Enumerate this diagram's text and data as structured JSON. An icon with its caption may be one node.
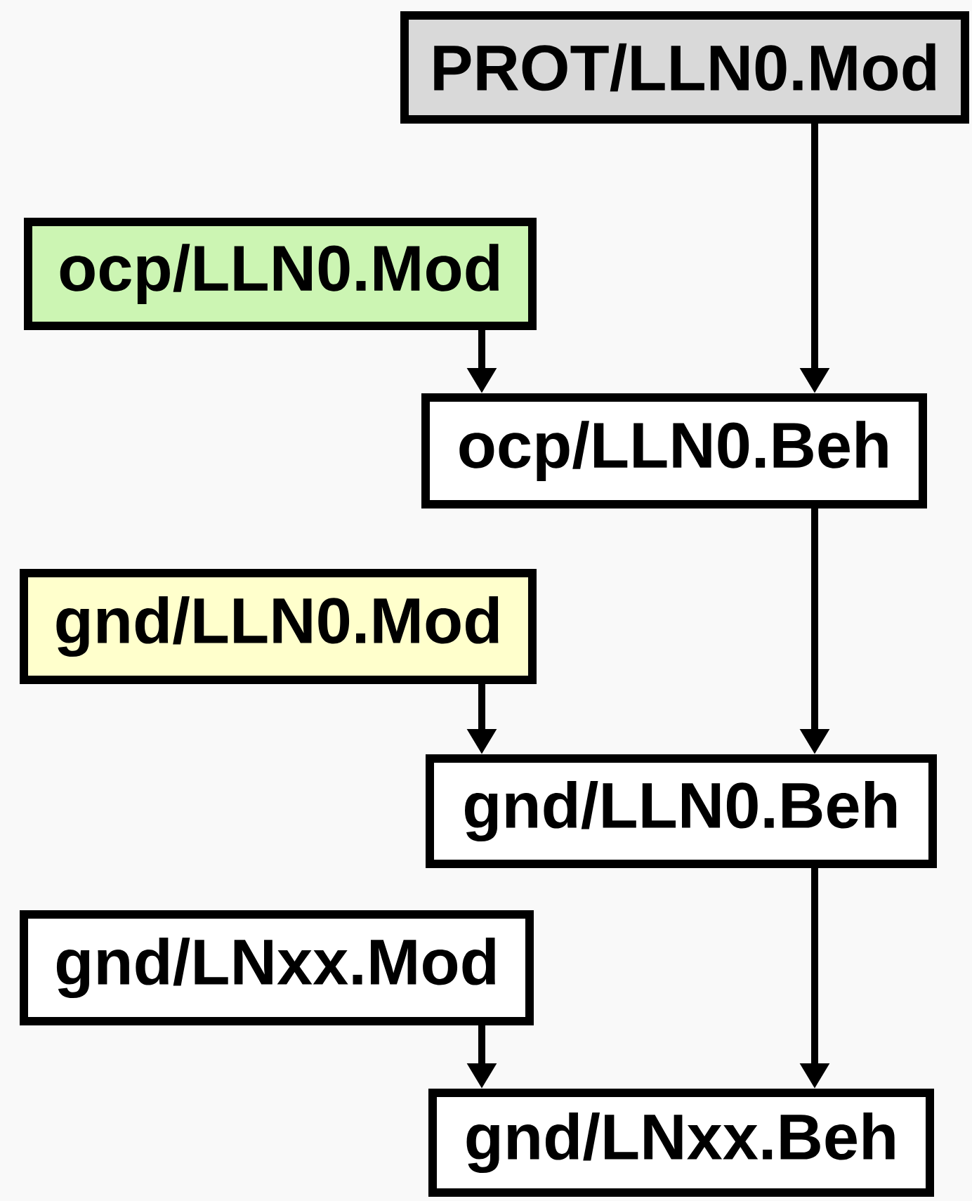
{
  "diagram": {
    "nodes": [
      {
        "text": [
          "PROT/LLN0.Mod"
        ]
      },
      {
        "text": [
          "ocp/LLN0.Mod"
        ]
      },
      {
        "text": [
          "ocp/LLN0.Beh"
        ]
      },
      {
        "text": [
          "gnd/LLN0.Mod"
        ]
      },
      {
        "text": [
          "gnd/LLN0.Beh"
        ]
      },
      {
        "text": [
          "gnd/LNxx.Mod"
        ]
      },
      {
        "text": [
          "gnd/LNxx.Beh"
        ]
      }
    ],
    "edges": [
      {
        "from": 0,
        "to": 2,
        "arrow": "to"
      },
      {
        "from": 1,
        "to": 2,
        "arrow": "to"
      },
      {
        "from": 2,
        "to": 4,
        "arrow": "to"
      },
      {
        "from": 3,
        "to": 4,
        "arrow": "to"
      },
      {
        "from": 4,
        "to": 6,
        "arrow": "to"
      },
      {
        "from": 5,
        "to": 6,
        "arrow": "to"
      }
    ]
  }
}
